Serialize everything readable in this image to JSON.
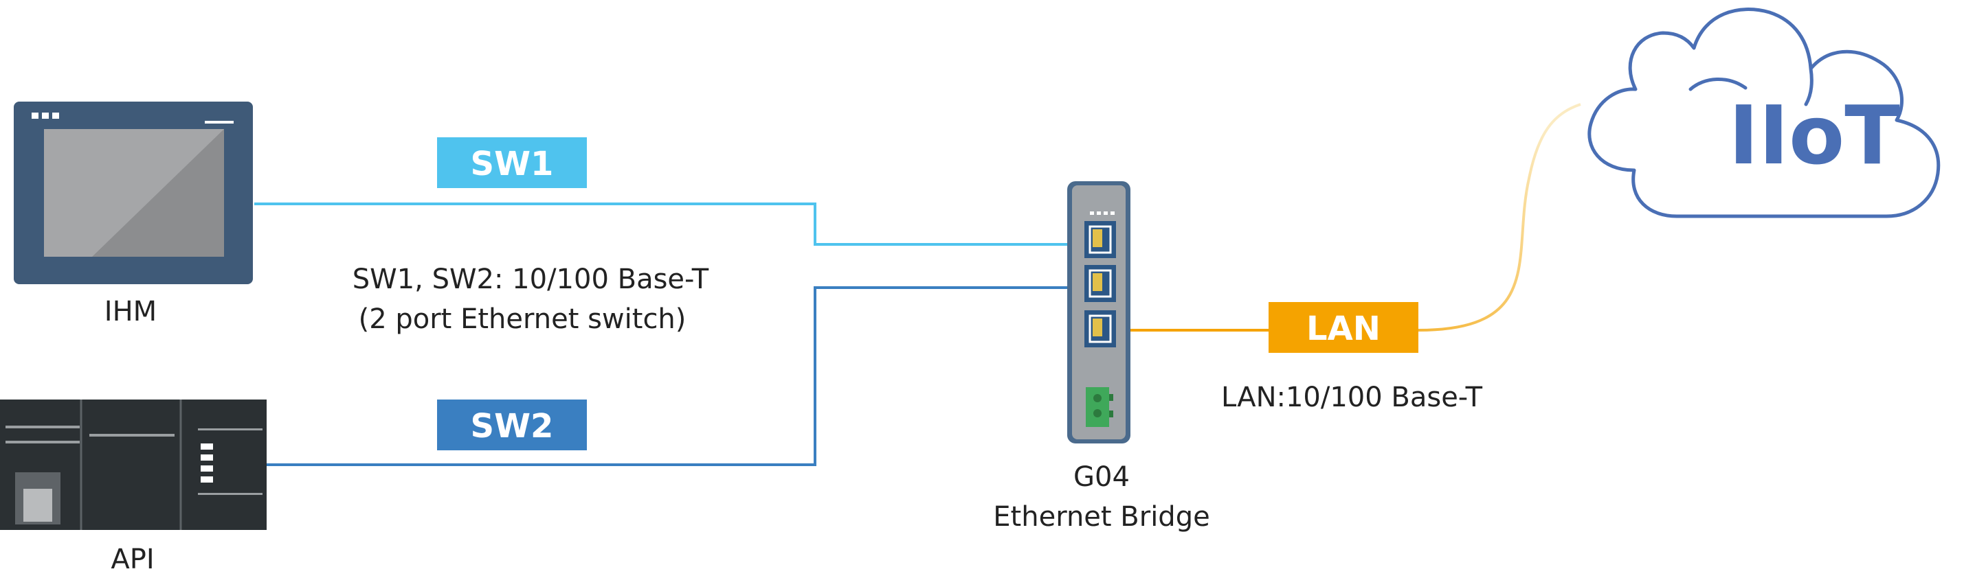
{
  "devices": {
    "hmi": {
      "label": "IHM"
    },
    "plc": {
      "label": "API"
    },
    "bridge": {
      "label_line1": "G04",
      "label_line2": "Ethernet Bridge"
    }
  },
  "ports": {
    "sw1": {
      "label": "SW1"
    },
    "sw2": {
      "label": "SW2"
    },
    "lan": {
      "label": "LAN"
    }
  },
  "notes": {
    "switch_line1": "SW1, SW2: 10/100 Base-T",
    "switch_line2": "(2 port Ethernet switch)",
    "lan_spec": "LAN:10/100 Base-T"
  },
  "cloud": {
    "label": "IIoT"
  },
  "colors": {
    "sw1": "#4FC3EE",
    "sw2": "#3A7FC1",
    "lan": "#F5A300",
    "lan_wire_fade": "#F8E2A8",
    "cloud": "#4A6FB5",
    "hmi_frame": "#3F5A78",
    "plc_body": "#2B3033",
    "bridge_body": "#A0A4A8",
    "bridge_frame": "#4A6A8C",
    "port": "#2C5786",
    "terminal": "#3FA85A"
  },
  "icons": {
    "hmi": "touch-panel-icon",
    "plc": "plc-icon",
    "bridge": "din-rail-bridge-icon",
    "cloud": "cloud-icon"
  }
}
